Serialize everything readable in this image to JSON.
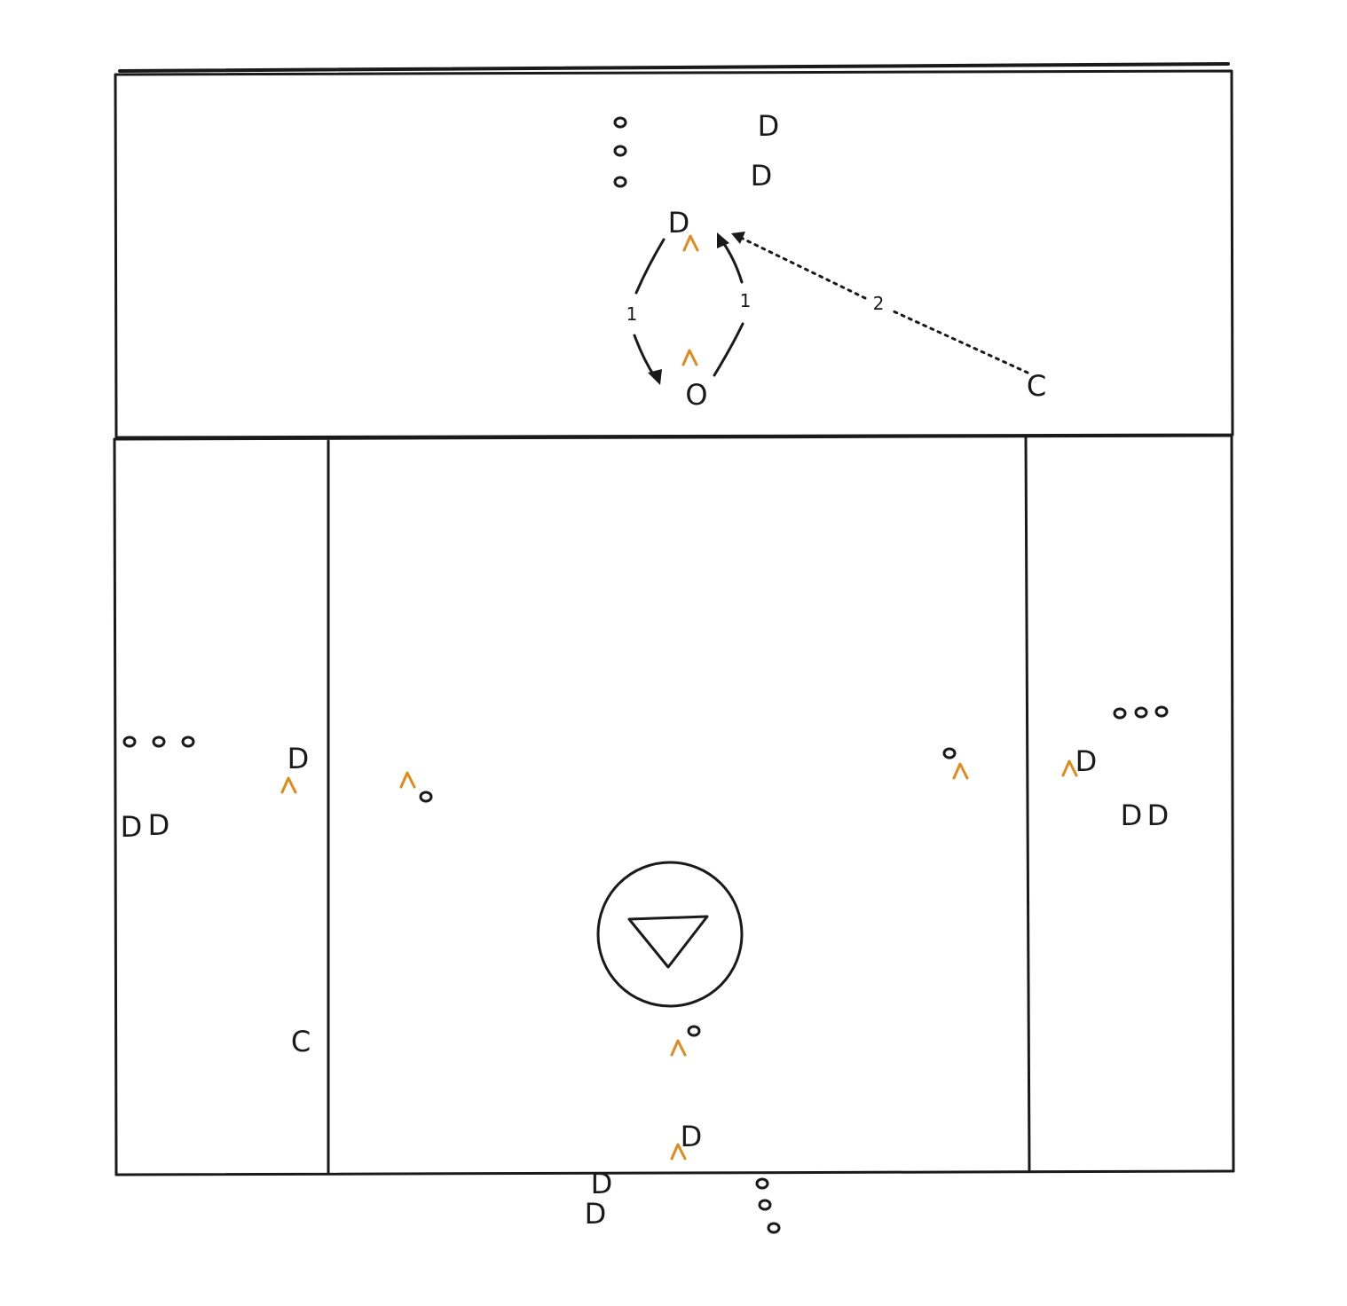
{
  "labels": {
    "defender": "D",
    "offense": "O",
    "coach": "C",
    "ball": "o",
    "step_one": "1",
    "step_two": "2"
  },
  "colors": {
    "ink": "#1a1a1a",
    "cone": "#e08a1e"
  },
  "icons": {
    "cone": "caret-cone-icon",
    "ball": "small-circle-ball-icon",
    "goal": "inverted-triangle-goal-icon",
    "crease": "circle-crease-icon"
  }
}
